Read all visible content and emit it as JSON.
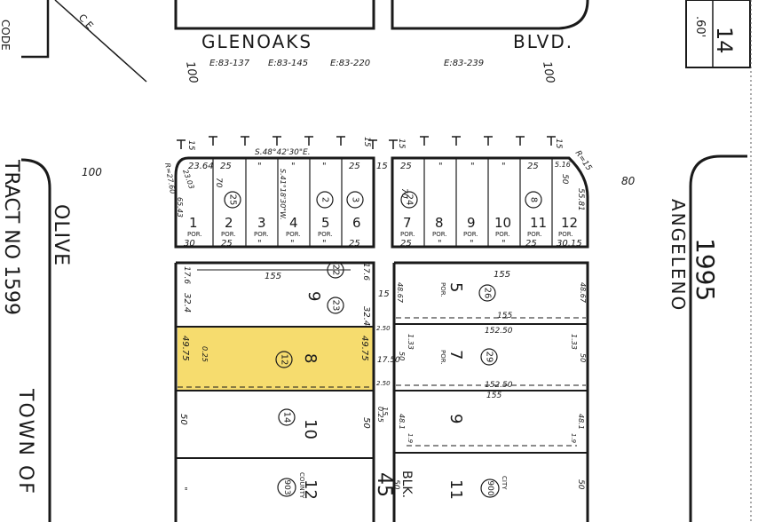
{
  "streets": {
    "glenoaks": "GLENOAKS",
    "blvd": "BLVD.",
    "olive": "OLIVE",
    "angeleno": "ANGELENO"
  },
  "easements": [
    "E:83-137",
    "E:83-145",
    "E:83-220",
    "E:83-239"
  ],
  "street_widths": {
    "glenoaks_left": "100",
    "glenoaks_right": "100",
    "olive": "100",
    "angeleno": "80"
  },
  "top_corner": {
    "dim": ".60'",
    "num": "14"
  },
  "left_edge": {
    "code": "CODE",
    "tract": "TRACT NO 1599",
    "town": "TOWN OF"
  },
  "map_book": {
    "year": "1995",
    "block_no": "45",
    "blk": "BLK."
  },
  "north_row": {
    "bearing": "S.48°42'30\"E.",
    "top_dims": [
      "15",
      "15",
      "15",
      "15"
    ],
    "left_dims": [
      "23.64",
      "25",
      "\"",
      "\"",
      "\"",
      "25",
      "15"
    ],
    "right_dims": [
      "25",
      "\"",
      "\"",
      "\"",
      "25",
      "5.16",
      "R=15"
    ],
    "bottom_dims_left": [
      "30",
      "25",
      "\"",
      "\"",
      "\"",
      "25"
    ],
    "bottom_dims_right": [
      "25",
      "\"",
      "\"",
      "\"",
      "25",
      "30.15"
    ],
    "curve": "R=27.60",
    "curve_len": "65.43",
    "lot_nums": [
      "1",
      "2",
      "3",
      "4",
      "5",
      "6",
      "7",
      "8",
      "9",
      "10",
      "11",
      "12"
    ],
    "por": "POR.",
    "parcels": [
      "25",
      "2",
      "3",
      "24",
      "8"
    ],
    "misc": [
      "S.41°18'30\"W.",
      "50",
      "70",
      "55.81",
      "23.03"
    ]
  },
  "blocks": {
    "lot9": {
      "num": "9",
      "parcel": "22",
      "parcel2": "23",
      "front": "155",
      "left": "32.4",
      "right": "32.4",
      "l2": "17.6",
      "r2": "17.6"
    },
    "lot8": {
      "num": "8",
      "parcel": "12",
      "left": "49.75",
      "right": "49.75",
      "mid": "0.25"
    },
    "lot10": {
      "num": "10",
      "parcel": "14",
      "left": "50",
      "right": "50"
    },
    "lot12": {
      "num": "12",
      "parcel": "903",
      "county": "COUNTY",
      "left": "\""
    },
    "lot5": {
      "num": "5",
      "parcel": "26",
      "por": "POR.",
      "front": "155",
      "front2": "155",
      "left": "48.67",
      "right": "48.67"
    },
    "lot7": {
      "num": "7",
      "parcel": "29",
      "por": "POR.",
      "front": "152.50",
      "left": "1.33",
      "right": "1.33",
      "left2": "50",
      "right2": "50"
    },
    "lot9e": {
      "num": "9",
      "front": "152.50",
      "front2": "155",
      "left": "48.1",
      "right": "48.1",
      "left2": "1.9",
      "right2": "1.9"
    },
    "lot11": {
      "num": "11",
      "parcel": "900",
      "city": "CITY",
      "right": "50",
      "blk_val": "50"
    },
    "alley": {
      "w1": "15",
      "w2": "17.50",
      "w3": "0.25",
      "w4": "15",
      "e1": "2.50",
      "e2": "2.50",
      "w5": "1"
    }
  },
  "highlight_color": "#f6dc6e"
}
